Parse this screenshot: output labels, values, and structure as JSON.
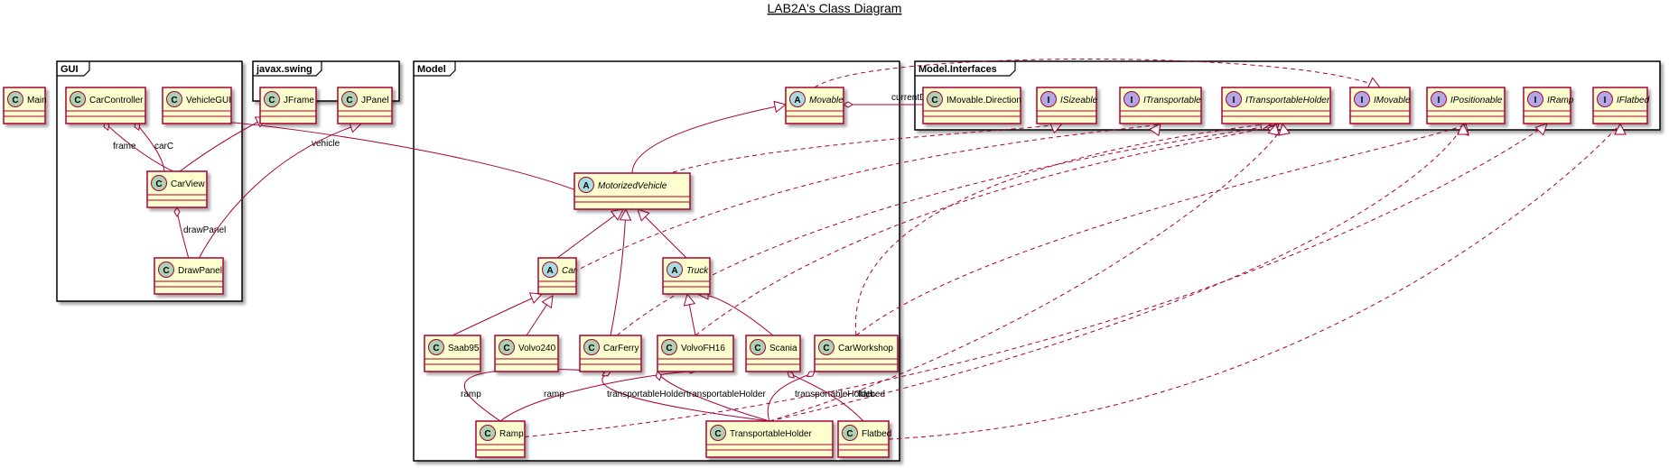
{
  "title": "LAB2A's Class Diagram",
  "colors": {
    "class_fill": "#FEFECE",
    "class_border": "#A80036",
    "line": "#A80036",
    "circle_class": "#ADD1B2",
    "circle_abstract": "#A9DCDF",
    "circle_interface": "#B4A7E5"
  },
  "packages": [
    {
      "id": "gui",
      "name": "GUI"
    },
    {
      "id": "swing",
      "name": "javax.swing"
    },
    {
      "id": "model",
      "name": "Model"
    },
    {
      "id": "interfaces",
      "name": "Model.Interfaces"
    }
  ],
  "classes": [
    {
      "id": "Main",
      "label": "Main",
      "kind": "class",
      "italic": false,
      "stereotype": "C"
    },
    {
      "id": "CarController",
      "label": "CarController",
      "kind": "class",
      "italic": false,
      "stereotype": "C"
    },
    {
      "id": "VehicleGUI",
      "label": "VehicleGUI",
      "kind": "class",
      "italic": false,
      "stereotype": "C"
    },
    {
      "id": "CarView",
      "label": "CarView",
      "kind": "class",
      "italic": false,
      "stereotype": "C"
    },
    {
      "id": "DrawPanel",
      "label": "DrawPanel",
      "kind": "class",
      "italic": false,
      "stereotype": "C"
    },
    {
      "id": "JFrame",
      "label": "JFrame",
      "kind": "class",
      "italic": false,
      "stereotype": "C"
    },
    {
      "id": "JPanel",
      "label": "JPanel",
      "kind": "class",
      "italic": false,
      "stereotype": "C"
    },
    {
      "id": "Movable",
      "label": "Movable",
      "kind": "abstract",
      "italic": true,
      "stereotype": "A"
    },
    {
      "id": "MotorizedVehicle",
      "label": "MotorizedVehicle",
      "kind": "abstract",
      "italic": true,
      "stereotype": "A"
    },
    {
      "id": "Car",
      "label": "Car",
      "kind": "abstract",
      "italic": true,
      "stereotype": "A"
    },
    {
      "id": "Truck",
      "label": "Truck",
      "kind": "abstract",
      "italic": true,
      "stereotype": "A"
    },
    {
      "id": "Saab95",
      "label": "Saab95",
      "kind": "class",
      "italic": false,
      "stereotype": "C"
    },
    {
      "id": "Volvo240",
      "label": "Volvo240",
      "kind": "class",
      "italic": false,
      "stereotype": "C"
    },
    {
      "id": "CarFerry",
      "label": "CarFerry",
      "kind": "class",
      "italic": false,
      "stereotype": "C"
    },
    {
      "id": "VolvoFH16",
      "label": "VolvoFH16",
      "kind": "class",
      "italic": false,
      "stereotype": "C"
    },
    {
      "id": "Scania",
      "label": "Scania",
      "kind": "class",
      "italic": false,
      "stereotype": "C"
    },
    {
      "id": "CarWorkshop",
      "label": "CarWorkshop",
      "kind": "class",
      "italic": false,
      "stereotype": "C"
    },
    {
      "id": "Ramp",
      "label": "Ramp",
      "kind": "class",
      "italic": false,
      "stereotype": "C"
    },
    {
      "id": "TransportableHolder",
      "label": "TransportableHolder",
      "kind": "class",
      "italic": false,
      "stereotype": "C"
    },
    {
      "id": "Flatbed",
      "label": "Flatbed",
      "kind": "class",
      "italic": false,
      "stereotype": "C"
    },
    {
      "id": "IMovableDirection",
      "label": "IMovable.Direction",
      "kind": "class",
      "italic": false,
      "stereotype": "C"
    },
    {
      "id": "ISizeable",
      "label": "ISizeable",
      "kind": "interface",
      "italic": true,
      "stereotype": "I"
    },
    {
      "id": "ITransportable",
      "label": "ITransportable",
      "kind": "interface",
      "italic": true,
      "stereotype": "I"
    },
    {
      "id": "ITransportableHolder",
      "label": "ITransportableHolder",
      "kind": "interface",
      "italic": true,
      "stereotype": "I"
    },
    {
      "id": "IMovable",
      "label": "IMovable",
      "kind": "interface",
      "italic": true,
      "stereotype": "I"
    },
    {
      "id": "IPositionable",
      "label": "IPositionable",
      "kind": "interface",
      "italic": true,
      "stereotype": "I"
    },
    {
      "id": "IRamp",
      "label": "IRamp",
      "kind": "interface",
      "italic": true,
      "stereotype": "I"
    },
    {
      "id": "IFlatbed",
      "label": "IFlatbed",
      "kind": "interface",
      "italic": true,
      "stereotype": "I"
    }
  ],
  "relations": [
    {
      "from": "CarView",
      "to": "CarController",
      "type": "aggregation",
      "label": "frame"
    },
    {
      "from": "CarView",
      "to": "CarController",
      "type": "aggregation",
      "label": "carC"
    },
    {
      "from": "DrawPanel",
      "to": "CarView",
      "type": "aggregation",
      "label": "drawPanel"
    },
    {
      "from": "MotorizedVehicle",
      "to": "VehicleGUI",
      "type": "aggregation",
      "label": "vehicle"
    },
    {
      "from": "CarView",
      "to": "JFrame",
      "type": "inheritance",
      "label": ""
    },
    {
      "from": "DrawPanel",
      "to": "JPanel",
      "type": "inheritance",
      "label": ""
    },
    {
      "from": "MotorizedVehicle",
      "to": "Movable",
      "type": "inheritance",
      "label": ""
    },
    {
      "from": "Car",
      "to": "MotorizedVehicle",
      "type": "inheritance",
      "label": ""
    },
    {
      "from": "CarFerry",
      "to": "MotorizedVehicle",
      "type": "inheritance",
      "label": ""
    },
    {
      "from": "Truck",
      "to": "MotorizedVehicle",
      "type": "inheritance",
      "label": ""
    },
    {
      "from": "Saab95",
      "to": "Car",
      "type": "inheritance",
      "label": ""
    },
    {
      "from": "Volvo240",
      "to": "Car",
      "type": "inheritance",
      "label": ""
    },
    {
      "from": "VolvoFH16",
      "to": "Truck",
      "type": "inheritance",
      "label": ""
    },
    {
      "from": "Scania",
      "to": "Truck",
      "type": "inheritance",
      "label": ""
    },
    {
      "from": "IMovableDirection",
      "to": "Movable",
      "type": "aggregation",
      "label": "currentDirection"
    },
    {
      "from": "Movable",
      "to": "IMovable",
      "type": "realization",
      "label": ""
    },
    {
      "from": "MotorizedVehicle",
      "to": "ISizeable",
      "type": "realization",
      "label": ""
    },
    {
      "from": "Car",
      "to": "ITransportable",
      "type": "realization",
      "label": ""
    },
    {
      "from": "CarFerry",
      "to": "ITransportableHolder",
      "type": "realization",
      "label": ""
    },
    {
      "from": "VolvoFH16",
      "to": "ITransportableHolder",
      "type": "realization",
      "label": ""
    },
    {
      "from": "CarWorkshop",
      "to": "ITransportableHolder",
      "type": "realization",
      "label": ""
    },
    {
      "from": "CarWorkshop",
      "to": "IPositionable",
      "type": "realization",
      "label": ""
    },
    {
      "from": "TransportableHolder",
      "to": "ITransportableHolder",
      "type": "realization",
      "label": ""
    },
    {
      "from": "TransportableHolder",
      "to": "IPositionable",
      "type": "realization",
      "label": ""
    },
    {
      "from": "Ramp",
      "to": "IRamp",
      "type": "realization",
      "label": ""
    },
    {
      "from": "Flatbed",
      "to": "IFlatbed",
      "type": "realization",
      "label": ""
    },
    {
      "from": "Ramp",
      "to": "CarFerry",
      "type": "aggregation",
      "label": "ramp"
    },
    {
      "from": "Ramp",
      "to": "VolvoFH16",
      "type": "aggregation",
      "label": "ramp"
    },
    {
      "from": "TransportableHolder",
      "to": "CarFerry",
      "type": "aggregation",
      "label": "transportableHolder"
    },
    {
      "from": "TransportableHolder",
      "to": "VolvoFH16",
      "type": "aggregation",
      "label": "transportableHolder"
    },
    {
      "from": "TransportableHolder",
      "to": "CarWorkshop",
      "type": "aggregation",
      "label": "transportableHolder"
    },
    {
      "from": "Flatbed",
      "to": "Scania",
      "type": "aggregation",
      "label": "flatbed"
    }
  ]
}
